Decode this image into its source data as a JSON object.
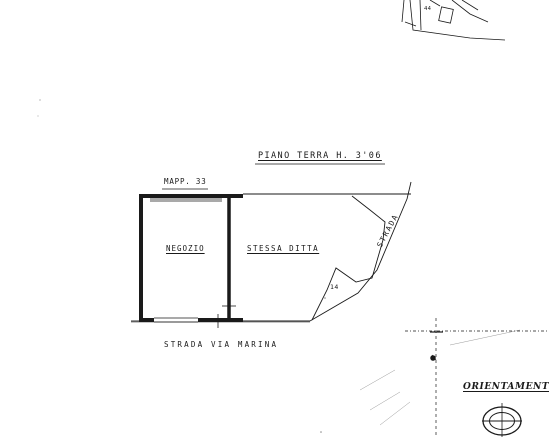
{
  "plan": {
    "floor_title": "PIANO TERRA H. 3'06",
    "mappale_label": "MAPP. 33",
    "room_left_label": "NEGOZIO",
    "room_right_label": "STESSA DITTA",
    "street_bottom_label": "STRADA VIA MARINA",
    "street_side_label": "STRADA",
    "parcel_number": "14",
    "top_parcel_number": "44",
    "orientation_label": "ORIENTAMENTO"
  },
  "colors": {
    "ink": "#1a1a1a",
    "paper": "#ffffff",
    "faint": "#8a8a8a"
  }
}
